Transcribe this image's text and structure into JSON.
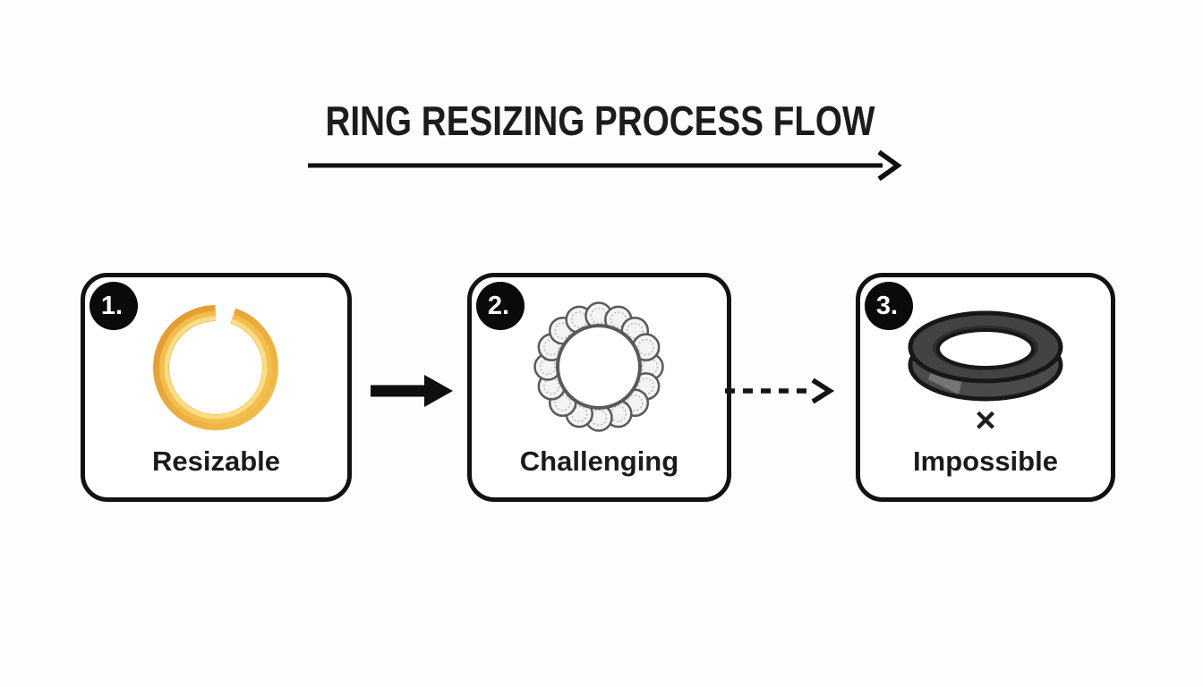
{
  "header": {
    "title": "RING RESIZING PROCESS FLOW"
  },
  "steps": [
    {
      "badge": "1.",
      "label": "Resizable",
      "icon": {
        "name": "open-gold-ring"
      }
    },
    {
      "badge": "2.",
      "label": "Challenging",
      "icon": {
        "name": "diamond-eternity-ring",
        "stone_count": 16
      }
    },
    {
      "badge": "3.",
      "label": "Impossible",
      "icon": {
        "name": "solid-dark-ring"
      },
      "marker": "×"
    }
  ],
  "connectors": [
    {
      "from": "step-1",
      "to": "step-2",
      "style": "solid-arrow"
    },
    {
      "from": "step-2",
      "to": "step-3",
      "style": "dashed-arrow"
    }
  ],
  "colors": {
    "ink": "#1b1b1b",
    "box-border": "#121212",
    "bg": "#fdfdfd",
    "gold-dark": "#E2992E",
    "gold-mid": "#F3BE4D",
    "gold-light": "#FBDF87",
    "stone-stroke": "#5a5a5a",
    "stone-fill": "#f4f4f4",
    "stone-facet": "#b5b5b5",
    "band-gray": "#c9c9c9",
    "dark-ring": "#434343",
    "dark-ring-side": "#4a4a4a",
    "dark-ring-bevel": "#2d2d2d"
  }
}
